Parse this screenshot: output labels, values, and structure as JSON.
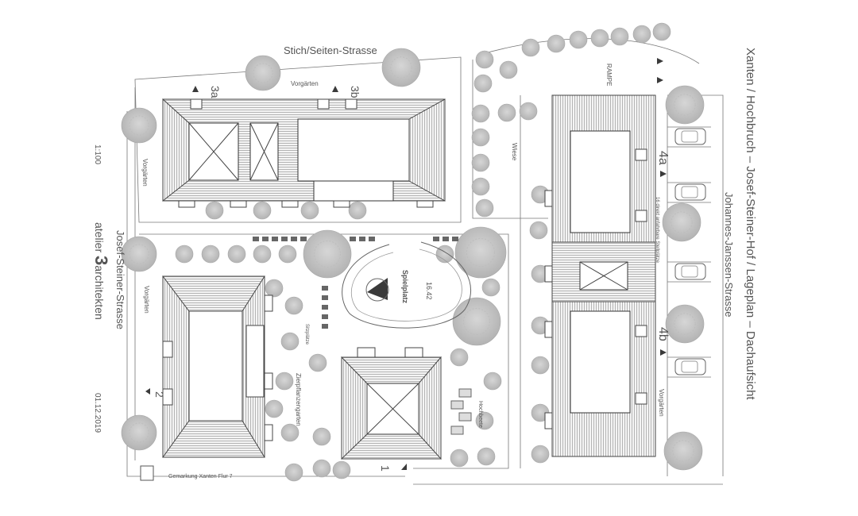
{
  "title": {
    "main": "Xanten / Hochbruch – Josef-Steiner-Hof / Lageplan – Dachaufsicht",
    "street_right": "Johannes-Janssen-Strasse",
    "street_top": "Stich/Seiten-Strasse",
    "street_left": "Josef-Steiner-Strasse",
    "office_prefix": "atelier ",
    "office_number": "3",
    "office_suffix": "architekten",
    "scale": "1:100",
    "date": "01.12.2019"
  },
  "labels": {
    "vorgaerten": "Vorgärten",
    "rampe": "RAMPE",
    "wiese": "Wiese",
    "spielplatz": "Spielplatz",
    "playground_value": "16.42",
    "sitzplaetze": "Sitzplätze",
    "zierpflanzengarten": "Zierpflanzengarten",
    "hochbeete": "Hochbeete",
    "stellplaetze": "16 direkt anfahrbare Stellplätze",
    "gemarkung": "Gemarkung Xanten Flur 7"
  },
  "buildings": {
    "b1": "1",
    "b2": "2",
    "b3a": "3a",
    "b3b": "3b",
    "b4a": "4a",
    "b4b": "4b"
  }
}
